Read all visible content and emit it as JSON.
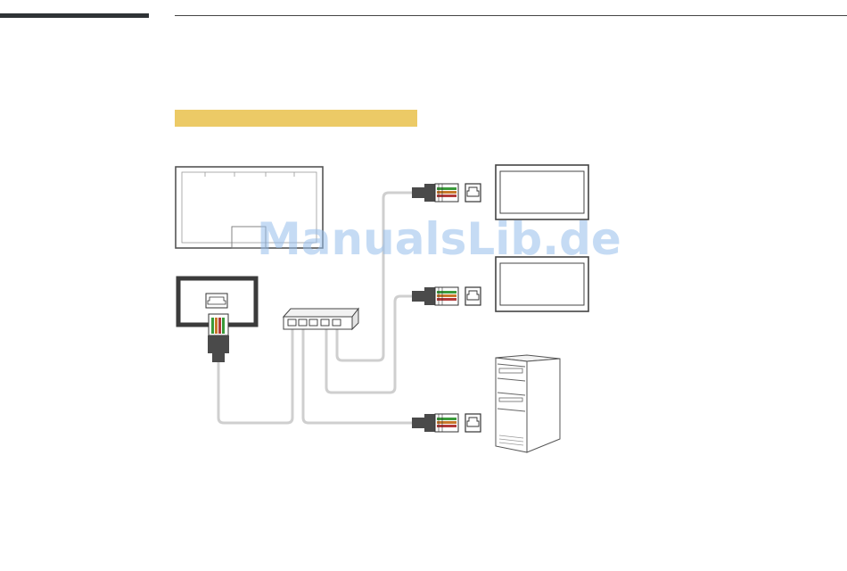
{
  "watermark": "ManualsLib.de",
  "colors": {
    "accent_bar": "#ecca66",
    "cable": "#cfcfcf",
    "connector_body": "#4a4a4a",
    "wire_green": "#3a9a3a",
    "wire_red": "#b33a3a",
    "wire_orange": "#c8782a",
    "watermark": "#96beeb"
  },
  "diagram": {
    "nodes": [
      {
        "id": "main-display",
        "icon": "display-rear-icon"
      },
      {
        "id": "lan-port",
        "icon": "rj45-port-icon"
      },
      {
        "id": "network-switch",
        "icon": "network-hub-icon",
        "ports": 5
      },
      {
        "id": "display-1",
        "icon": "display-icon"
      },
      {
        "id": "display-2",
        "icon": "display-icon"
      },
      {
        "id": "pc",
        "icon": "computer-tower-icon"
      }
    ],
    "connections": [
      {
        "from": "lan-port",
        "to": "network-switch"
      },
      {
        "from": "network-switch",
        "to": "display-1"
      },
      {
        "from": "network-switch",
        "to": "display-2"
      },
      {
        "from": "network-switch",
        "to": "pc"
      }
    ]
  }
}
